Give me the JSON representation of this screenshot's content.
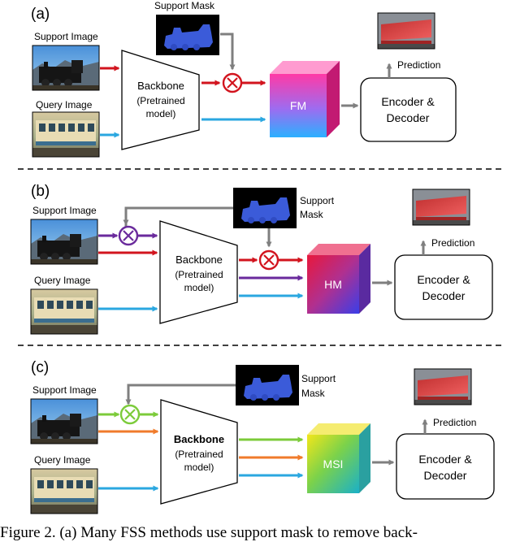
{
  "panel_a": {
    "tag": "(a)",
    "support_mask_label": "Support Mask",
    "support_image_label": "Support Image",
    "query_image_label": "Query Image",
    "backbone_title": "Backbone",
    "backbone_sub1": "(Pretrained",
    "backbone_sub2": "model)",
    "cube_label": "FM",
    "ed_line1": "Encoder &",
    "ed_line2": "Decoder",
    "prediction_label": "Prediction"
  },
  "panel_b": {
    "tag": "(b)",
    "support_mask_line1": "Support",
    "support_mask_line2": "Mask",
    "support_image_label": "Support Image",
    "query_image_label": "Query Image",
    "backbone_title": "Backbone",
    "backbone_sub1": "(Pretrained",
    "backbone_sub2": "model)",
    "cube_label": "HM",
    "ed_line1": "Encoder &",
    "ed_line2": "Decoder",
    "prediction_label": "Prediction"
  },
  "panel_c": {
    "tag": "(c)",
    "support_mask_line1": "Support",
    "support_mask_line2": "Mask",
    "support_image_label": "Support Image",
    "query_image_label": "Query Image",
    "backbone_title": "Backbone",
    "backbone_sub1": "(Pretrained",
    "backbone_sub2": "model)",
    "cube_label": "MSI",
    "ed_line1": "Encoder &",
    "ed_line2": "Decoder",
    "prediction_label": "Prediction"
  },
  "caption": "Figure 2. (a) Many FSS methods use support mask to remove back-",
  "colors": {
    "red_arrow": "#d2141e",
    "blue_arrow": "#2aa7e0",
    "purple_arrow": "#6a2a9c",
    "green_arrow": "#7ccb3a",
    "orange_arrow": "#f07b2b",
    "gray_arrow": "#7f7f7f",
    "mask_blue": "#3b5bd9"
  }
}
